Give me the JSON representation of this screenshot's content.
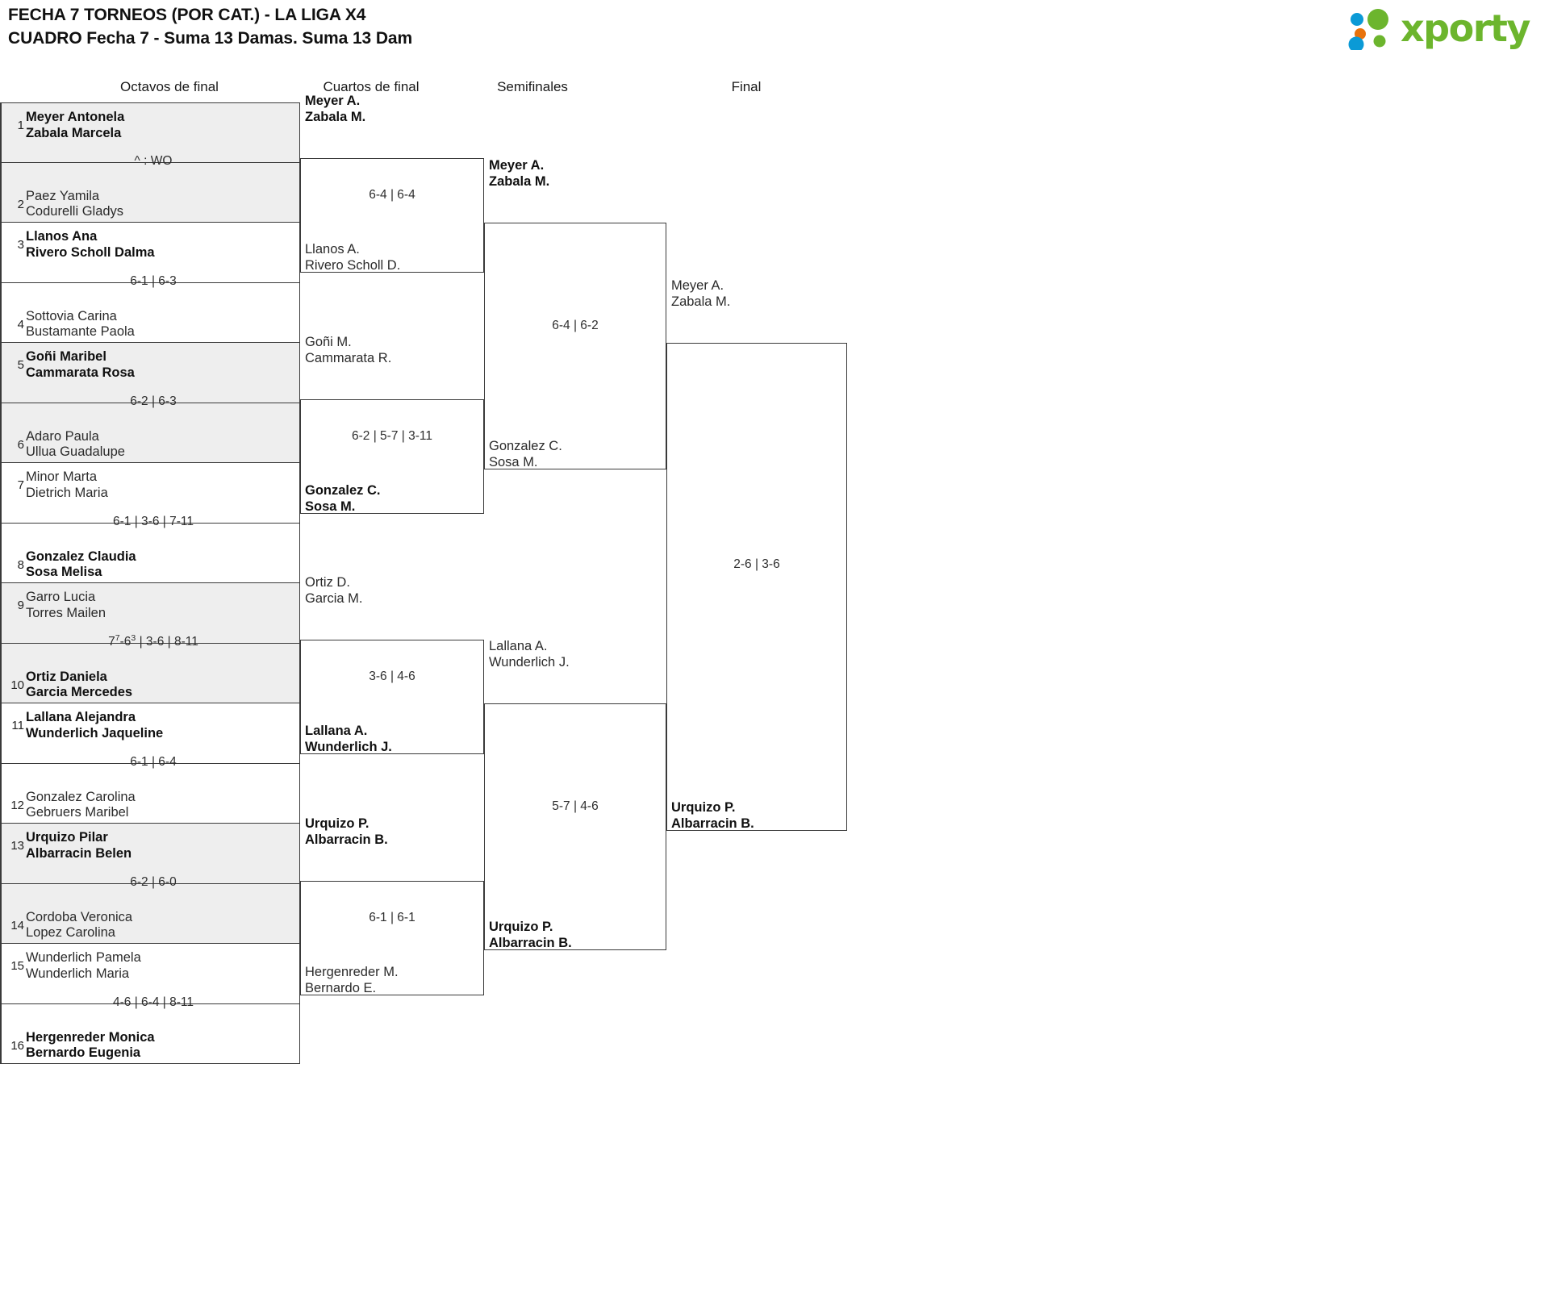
{
  "header": {
    "title_line1": "FECHA 7 TORNEOS (POR CAT.) - LA LIGA X4",
    "title_line2": "CUADRO Fecha 7 - Suma 13 Damas. Suma 13 Dam",
    "logo_text": "xporty",
    "logo_colors": {
      "green": "#6cb52d",
      "blue": "#0b9ad6",
      "orange": "#e8720c"
    }
  },
  "rounds": [
    {
      "key": "r16",
      "label": "Octavos de final"
    },
    {
      "key": "qf",
      "label": "Cuartos de final"
    },
    {
      "key": "sf",
      "label": "Semifinales"
    },
    {
      "key": "f",
      "label": "Final"
    }
  ],
  "round16": {
    "slots": [
      {
        "seed": "1",
        "p1": "Meyer Antonela",
        "p2": "Zabala Marcela",
        "winner": true
      },
      {
        "seed": "2",
        "p1": "Paez Yamila",
        "p2": "Codurelli Gladys",
        "winner": false
      },
      {
        "seed": "3",
        "p1": "Llanos Ana",
        "p2": "Rivero Scholl Dalma",
        "winner": true
      },
      {
        "seed": "4",
        "p1": "Sottovia Carina",
        "p2": "Bustamante Paola",
        "winner": false
      },
      {
        "seed": "5",
        "p1": "Goñi Maribel",
        "p2": "Cammarata Rosa",
        "winner": true
      },
      {
        "seed": "6",
        "p1": "Adaro Paula",
        "p2": "Ullua Guadalupe",
        "winner": false
      },
      {
        "seed": "7",
        "p1": "Minor Marta",
        "p2": "Dietrich Maria",
        "winner": false
      },
      {
        "seed": "8",
        "p1": "Gonzalez Claudia",
        "p2": "Sosa Melisa",
        "winner": true
      },
      {
        "seed": "9",
        "p1": "Garro Lucia",
        "p2": "Torres Mailen",
        "winner": false
      },
      {
        "seed": "10",
        "p1": "Ortiz Daniela",
        "p2": "Garcia Mercedes",
        "winner": true
      },
      {
        "seed": "11",
        "p1": "Lallana Alejandra",
        "p2": "Wunderlich Jaqueline",
        "winner": true
      },
      {
        "seed": "12",
        "p1": "Gonzalez Carolina",
        "p2": "Gebruers Maribel",
        "winner": false
      },
      {
        "seed": "13",
        "p1": "Urquizo Pilar",
        "p2": "Albarracin Belen",
        "winner": true
      },
      {
        "seed": "14",
        "p1": "Cordoba Veronica",
        "p2": "Lopez Carolina",
        "winner": false
      },
      {
        "seed": "15",
        "p1": "Wunderlich Pamela",
        "p2": "Wunderlich Maria",
        "winner": false
      },
      {
        "seed": "16",
        "p1": "Hergenreder Monica",
        "p2": "Bernardo Eugenia",
        "winner": true
      }
    ],
    "scores": [
      {
        "text": "^ : WO",
        "html": "^ : WO"
      },
      {
        "text": "6-1 | 6-3",
        "html": "6-1 | 6-3"
      },
      {
        "text": "6-2 | 6-3",
        "html": "6-2 | 6-3"
      },
      {
        "text": "6-1 | 3-6 | 7-11",
        "html": "6-1 | 3-6 | 7-11"
      },
      {
        "text": "7⁷-6³ | 3-6 | 8-11",
        "html": "7<sup>7</sup>-6<sup>3</sup> | 3-6 | 8-11"
      },
      {
        "text": "6-1 | 6-4",
        "html": "6-1 | 6-4"
      },
      {
        "text": "6-2 | 6-0",
        "html": "6-2 | 6-0"
      },
      {
        "text": "4-6 | 6-4 | 8-11",
        "html": "4-6 | 6-4 | 8-11"
      }
    ]
  },
  "quarterfinals": [
    {
      "top_p1": "Meyer A.",
      "top_p2": "Zabala M.",
      "top_winner": true,
      "bot_p1": "Llanos A.",
      "bot_p2": "Rivero Scholl D.",
      "bot_winner": false,
      "score": "6-4 | 6-4"
    },
    {
      "top_p1": "Goñi M.",
      "top_p2": "Cammarata R.",
      "top_winner": false,
      "bot_p1": "Gonzalez C.",
      "bot_p2": "Sosa M.",
      "bot_winner": true,
      "score": "6-2 | 5-7 | 3-11"
    },
    {
      "top_p1": "Ortiz D.",
      "top_p2": "Garcia M.",
      "top_winner": false,
      "bot_p1": "Lallana A.",
      "bot_p2": "Wunderlich J.",
      "bot_winner": true,
      "score": "3-6 | 4-6"
    },
    {
      "top_p1": "Urquizo P.",
      "top_p2": "Albarracin B.",
      "top_winner": true,
      "bot_p1": "Hergenreder M.",
      "bot_p2": "Bernardo E.",
      "bot_winner": false,
      "score": "6-1 | 6-1"
    }
  ],
  "semifinals": [
    {
      "top_p1": "Meyer A.",
      "top_p2": "Zabala M.",
      "top_winner": true,
      "bot_p1": "Gonzalez C.",
      "bot_p2": "Sosa M.",
      "bot_winner": false,
      "score": "6-4 | 6-2"
    },
    {
      "top_p1": "Lallana A.",
      "top_p2": "Wunderlich J.",
      "top_winner": false,
      "bot_p1": "Urquizo P.",
      "bot_p2": "Albarracin B.",
      "bot_winner": true,
      "score": "5-7 | 4-6"
    }
  ],
  "final": {
    "top_p1": "Meyer A.",
    "top_p2": "Zabala M.",
    "top_winner": false,
    "bot_p1": "Urquizo P.",
    "bot_p2": "Albarracin B.",
    "bot_winner": true,
    "score": "2-6 | 3-6"
  }
}
